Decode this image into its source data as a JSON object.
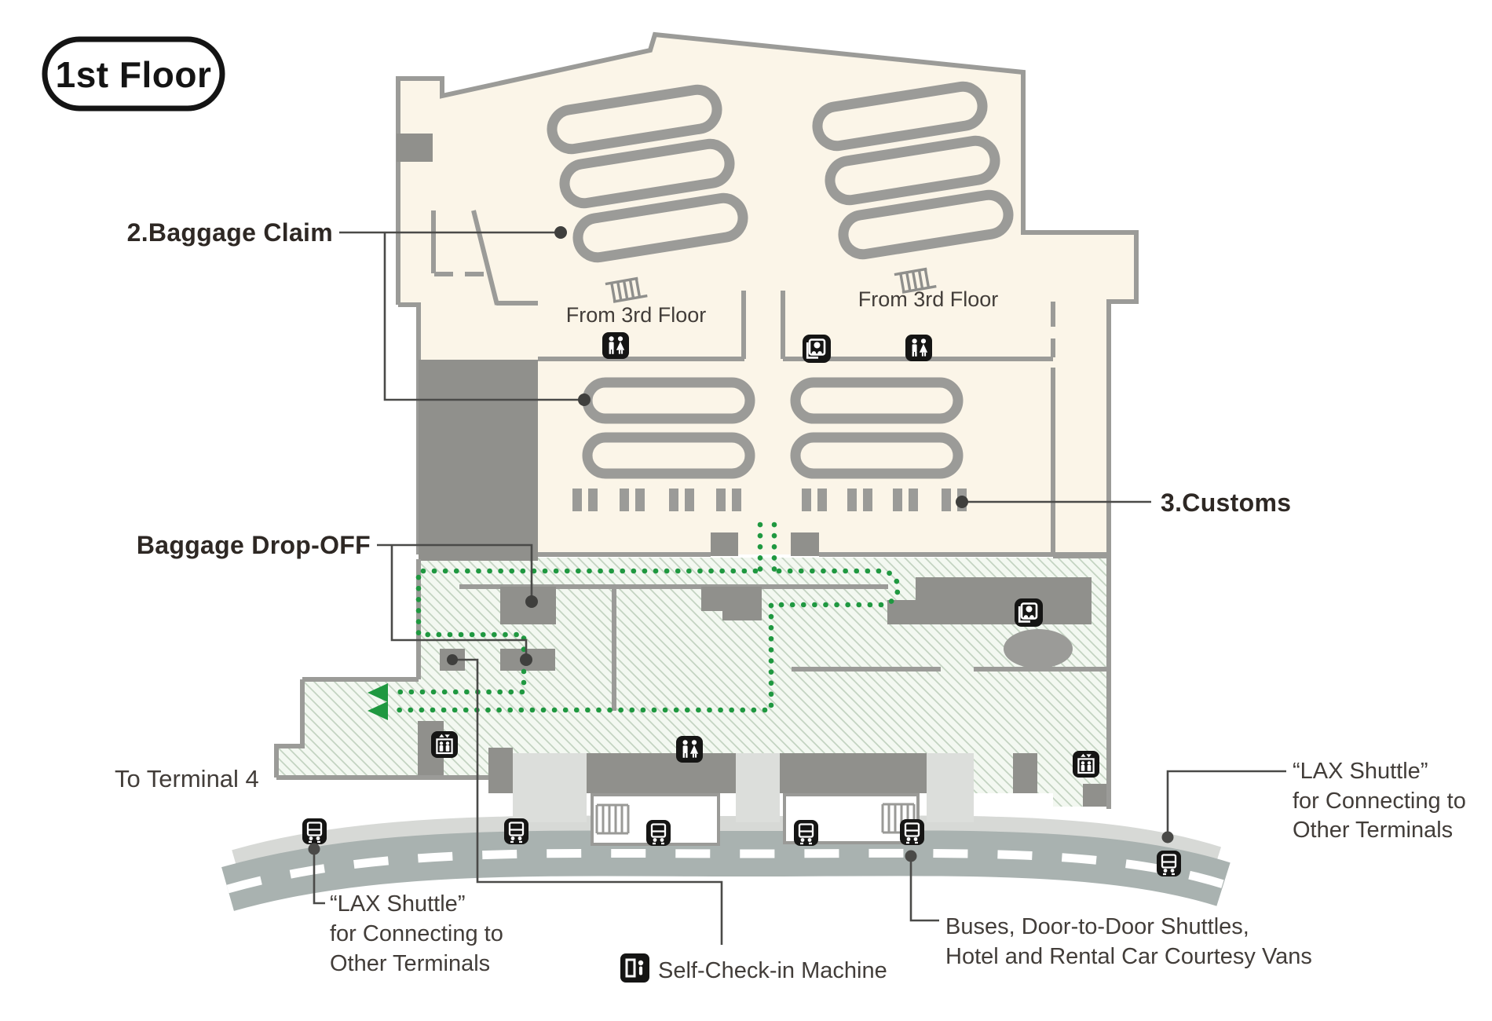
{
  "badge": {
    "label": "1st Floor"
  },
  "areas": {
    "baggage_claim": {
      "label": "2.Baggage Claim"
    },
    "customs": {
      "label": "3.Customs"
    },
    "baggage_dropoff": {
      "label": "Baggage  Drop-OFF"
    },
    "to_terminal_4": {
      "label": "To Terminal 4"
    },
    "from_3rd_floor_left": {
      "label": "From 3rd Floor"
    },
    "from_3rd_floor_right": {
      "label": "From 3rd Floor"
    }
  },
  "legend": {
    "self_check_in": {
      "label": "Self-Check-in Machine",
      "icon": "self-check-in-kiosk-icon"
    },
    "buses": {
      "line1": "Buses, Door-to-Door Shuttles,",
      "line2": "Hotel and Rental Car Courtesy Vans"
    },
    "lax_shuttle_left": {
      "line1": "“LAX Shuttle”",
      "line2": "for Connecting to",
      "line3": "Other Terminals"
    },
    "lax_shuttle_right": {
      "line1": "“LAX Shuttle”",
      "line2": "for Connecting to",
      "line3": "Other Terminals"
    }
  },
  "icons": {
    "restroom": "restroom-icon",
    "elevator_updown": "elevator-updown-icon",
    "elevator": "elevator-icon",
    "escalator": "escalator-icon",
    "bus_stop": "bus-stop-icon",
    "self_check_in": "self-check-in-kiosk-icon"
  },
  "colors": {
    "hall_fill": "#FBF5E8",
    "wall_gray": "#9B9B98",
    "block_gray": "#90908C",
    "hatch_bg": "#F3F8F1",
    "hatch_line": "#C3D3C1",
    "path_green": "#1F9840",
    "road": "#A9B2B0",
    "sidewalk": "#D7D9D6",
    "walk_strip": "#DCDEDB",
    "label_text": "#2E2824",
    "legend_text": "#423D39",
    "leader": "#4A4A48",
    "icon_black": "#151514"
  }
}
